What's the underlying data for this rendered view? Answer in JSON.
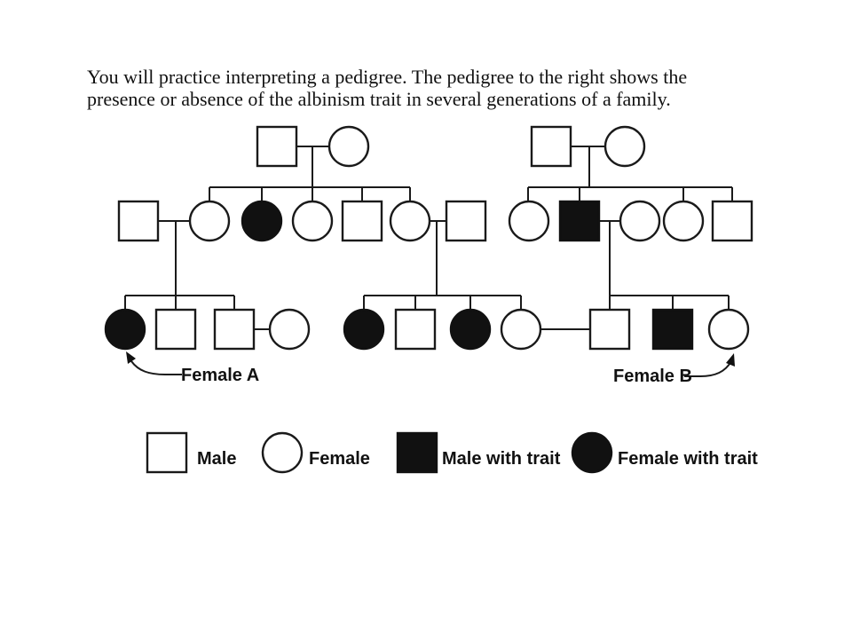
{
  "instructions": {
    "line1": "You will practice interpreting a pedigree. The pedigree to the right shows the",
    "line2": "presence or absence of the albinism trait in several generations of a family."
  },
  "pedigree_labels": {
    "female_a": "Female A",
    "female_b": "Female B"
  },
  "legend": {
    "items": [
      {
        "symbol": "open-square",
        "meaning": "Male",
        "fill": "#ffffff"
      },
      {
        "symbol": "open-circle",
        "meaning": "Female",
        "fill": "#ffffff"
      },
      {
        "symbol": "filled-square",
        "meaning": "Male with trait",
        "fill": "#111111"
      },
      {
        "symbol": "filled-circle",
        "meaning": "Female with trait",
        "fill": "#111111"
      }
    ]
  },
  "colors": {
    "background": "#ffffff",
    "line": "#1a1a1a",
    "affected_fill": "#111111"
  },
  "pedigree": {
    "trait": "albinism",
    "generation_count": 3,
    "generation1": {
      "left_couple": [
        {
          "sex": "male",
          "affected": false
        },
        {
          "sex": "female",
          "affected": false
        }
      ],
      "right_couple": [
        {
          "sex": "male",
          "affected": false
        },
        {
          "sex": "female",
          "affected": false
        }
      ]
    },
    "generation2": {
      "left_family_children": [
        {
          "sex": "female",
          "affected": false
        },
        {
          "sex": "female",
          "affected": true
        },
        {
          "sex": "female",
          "affected": false
        },
        {
          "sex": "male",
          "affected": false
        },
        {
          "sex": "female",
          "affected": false
        }
      ],
      "left_family_spouses": [
        {
          "sex": "male",
          "affected": false,
          "married_to": "first daughter"
        },
        {
          "sex": "male",
          "affected": false,
          "married_to": "last daughter"
        }
      ],
      "right_family_children": [
        {
          "sex": "female",
          "affected": false
        },
        {
          "sex": "male",
          "affected": true
        },
        {
          "sex": "female",
          "affected": false
        },
        {
          "sex": "male",
          "affected": false
        }
      ],
      "right_family_spouses": [
        {
          "sex": "female",
          "affected": false,
          "married_to": "affected son"
        }
      ]
    },
    "generation3": {
      "left_group_children": [
        {
          "sex": "female",
          "affected": true,
          "label": "Female A"
        },
        {
          "sex": "male",
          "affected": false
        },
        {
          "sex": "male",
          "affected": false
        }
      ],
      "left_group_spouse": {
        "sex": "female",
        "affected": false,
        "married_to": "second son"
      },
      "middle_group_children": [
        {
          "sex": "female",
          "affected": true
        },
        {
          "sex": "male",
          "affected": false
        },
        {
          "sex": "female",
          "affected": true
        },
        {
          "sex": "female",
          "affected": false,
          "married_to": "first son of right group"
        }
      ],
      "right_group_children": [
        {
          "sex": "male",
          "affected": false
        },
        {
          "sex": "male",
          "affected": true
        },
        {
          "sex": "female",
          "affected": false,
          "label": "Female B"
        }
      ]
    }
  }
}
